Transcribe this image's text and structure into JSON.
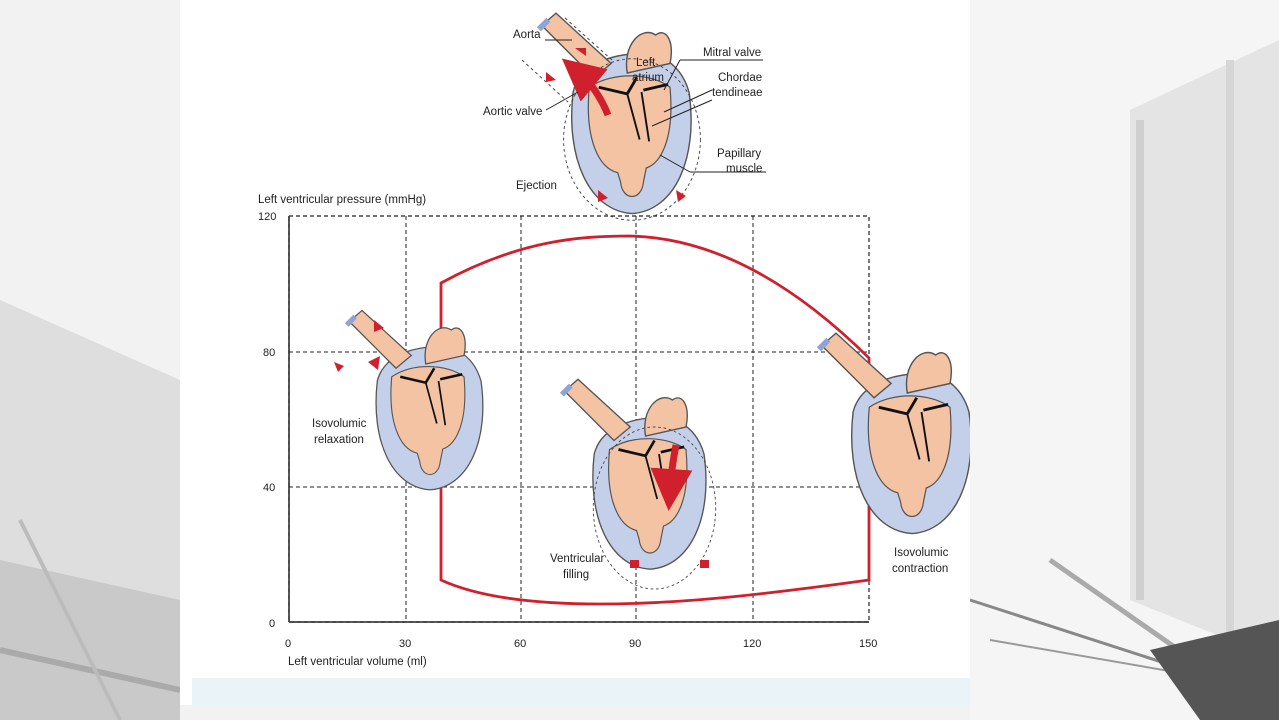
{
  "diagram": {
    "y_axis_title": "Left ventricular pressure (mmHg)",
    "x_axis_title": "Left ventricular volume (ml)",
    "y_ticks": [
      "120",
      "80",
      "40",
      "0"
    ],
    "x_ticks": [
      "0",
      "30",
      "60",
      "90",
      "120",
      "150"
    ],
    "labels": {
      "aorta": "Aorta",
      "left_atrium_1": "Left",
      "left_atrium_2": "atrium",
      "mitral_valve": "Mitral valve",
      "chordae_1": "Chordae",
      "chordae_2": "tendineae",
      "aortic_valve": "Aortic valve",
      "papillary_1": "Papillary",
      "papillary_2": "muscle",
      "ejection": "Ejection",
      "relax_1": "Isovolumic",
      "relax_2": "relaxation",
      "filling_1": "Ventricular",
      "filling_2": "filling",
      "contraction_1": "Isovolumic",
      "contraction_2": "contraction"
    },
    "colors": {
      "loop": "#d0202e",
      "ventricle": "#c4cfea",
      "muscle": "#f4c3a4",
      "arrow": "#d0202e"
    }
  }
}
